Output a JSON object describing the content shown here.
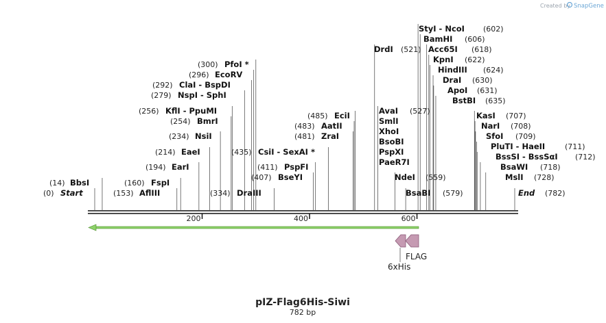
{
  "header": {
    "credit_text": "Created by",
    "brand_name": "SnapGene",
    "brand_color": "#6aa6d6"
  },
  "plasmid": {
    "name": "pIZ-Flag6His-Siwi",
    "size_label": "782 bp",
    "length": 782
  },
  "ruler": {
    "ticks": [
      {
        "pos": 200,
        "label": "200"
      },
      {
        "pos": 400,
        "label": "400"
      },
      {
        "pos": 600,
        "label": "600"
      }
    ]
  },
  "sites": [
    {
      "id": "start",
      "pos": 0,
      "name": "Start",
      "pos_label": "(0)",
      "italic": true
    },
    {
      "id": "bbsi",
      "pos": 14,
      "name": "BbsI",
      "pos_label": "(14)"
    },
    {
      "id": "afliii",
      "pos": 153,
      "name": "AflIII",
      "pos_label": "(153)"
    },
    {
      "id": "fspi",
      "pos": 160,
      "name": "FspI",
      "pos_label": "(160)"
    },
    {
      "id": "eari",
      "pos": 194,
      "name": "EarI",
      "pos_label": "(194)"
    },
    {
      "id": "eaei",
      "pos": 214,
      "name": "EaeI",
      "pos_label": "(214)"
    },
    {
      "id": "nsii",
      "pos": 234,
      "name": "NsiI",
      "pos_label": "(234)"
    },
    {
      "id": "bmri",
      "pos": 254,
      "name": "BmrI",
      "pos_label": "(254)"
    },
    {
      "id": "kfli",
      "pos": 256,
      "name": "KflI  -  PpuMI",
      "pos_label": "(256)"
    },
    {
      "id": "nspi",
      "pos": 279,
      "name": "NspI  -  SphI",
      "pos_label": "(279)"
    },
    {
      "id": "clai",
      "pos": 292,
      "name": "ClaI  -  BspDI",
      "pos_label": "(292)"
    },
    {
      "id": "ecorv",
      "pos": 296,
      "name": "EcoRV",
      "pos_label": "(296)"
    },
    {
      "id": "pfoi",
      "pos": 300,
      "name": "PfoI *",
      "pos_label": "(300)"
    },
    {
      "id": "draiii",
      "pos": 334,
      "name": "DraIII",
      "pos_label": "(334)"
    },
    {
      "id": "bseyi",
      "pos": 407,
      "name": "BseYI",
      "pos_label": "(407)"
    },
    {
      "id": "pspfi",
      "pos": 411,
      "name": "PspFI",
      "pos_label": "(411)"
    },
    {
      "id": "csii",
      "pos": 435,
      "name": "CsiI  -  SexAI *",
      "pos_label": "(435)"
    },
    {
      "id": "zrai",
      "pos": 481,
      "name": "ZraI",
      "pos_label": "(481)"
    },
    {
      "id": "aatii",
      "pos": 483,
      "name": "AatII",
      "pos_label": "(483)"
    },
    {
      "id": "ecii",
      "pos": 485,
      "name": "EciI",
      "pos_label": "(485)"
    },
    {
      "id": "drdi",
      "pos": 521,
      "name": "DrdI",
      "pos_label": "(521)"
    },
    {
      "id": "avai",
      "pos": 527,
      "name": "AvaI",
      "pos_label": "(527)"
    },
    {
      "id": "smli",
      "pos": 527,
      "name": "SmlI",
      "pos_label": ""
    },
    {
      "id": "xhoi",
      "pos": 527,
      "name": "XhoI",
      "pos_label": ""
    },
    {
      "id": "bsobi",
      "pos": 527,
      "name": "BsoBI",
      "pos_label": ""
    },
    {
      "id": "pspxi",
      "pos": 527,
      "name": "PspXI",
      "pos_label": ""
    },
    {
      "id": "paer7i",
      "pos": 527,
      "name": "PaeR7I",
      "pos_label": ""
    },
    {
      "id": "ndei",
      "pos": 559,
      "name": "NdeI",
      "pos_label": "(559)"
    },
    {
      "id": "bsabi",
      "pos": 579,
      "name": "BsaBI",
      "pos_label": "(579)"
    },
    {
      "id": "styi",
      "pos": 602,
      "name": "StyI  -  NcoI",
      "pos_label": "(602)"
    },
    {
      "id": "bamhi",
      "pos": 606,
      "name": "BamHI",
      "pos_label": "(606)"
    },
    {
      "id": "acc65i",
      "pos": 618,
      "name": "Acc65I",
      "pos_label": "(618)"
    },
    {
      "id": "kpni",
      "pos": 622,
      "name": "KpnI",
      "pos_label": "(622)"
    },
    {
      "id": "hindiii",
      "pos": 624,
      "name": "HindIII",
      "pos_label": "(624)"
    },
    {
      "id": "drai",
      "pos": 630,
      "name": "DraI",
      "pos_label": "(630)"
    },
    {
      "id": "apoi",
      "pos": 631,
      "name": "ApoI",
      "pos_label": "(631)"
    },
    {
      "id": "bstbi",
      "pos": 635,
      "name": "BstBI",
      "pos_label": "(635)"
    },
    {
      "id": "kasi",
      "pos": 707,
      "name": "KasI",
      "pos_label": "(707)"
    },
    {
      "id": "nari",
      "pos": 708,
      "name": "NarI",
      "pos_label": "(708)"
    },
    {
      "id": "sfoi",
      "pos": 709,
      "name": "SfoI",
      "pos_label": "(709)"
    },
    {
      "id": "pluti",
      "pos": 711,
      "name": "PluTI  -  HaeII",
      "pos_label": "(711)"
    },
    {
      "id": "bsssi",
      "pos": 712,
      "name": "BssSI  -  BssSαI",
      "pos_label": "(712)"
    },
    {
      "id": "bsawi",
      "pos": 718,
      "name": "BsaWI",
      "pos_label": "(718)"
    },
    {
      "id": "msli",
      "pos": 728,
      "name": "MslI",
      "pos_label": "(728)"
    },
    {
      "id": "end",
      "pos": 782,
      "name": "End",
      "pos_label": "(782)",
      "italic": true
    }
  ],
  "features": [
    {
      "id": "orf-arrow",
      "name": "",
      "start": 0,
      "end": 600,
      "direction": "reverse",
      "color": "#8ed36a"
    },
    {
      "id": "flag",
      "name": "FLAG",
      "start": 597,
      "end": 617,
      "direction": "reverse",
      "color": "#c59ab2"
    },
    {
      "id": "6xhis",
      "name": "6xHis",
      "start": 579,
      "end": 597,
      "direction": "reverse",
      "color": "#c59ab2"
    }
  ]
}
